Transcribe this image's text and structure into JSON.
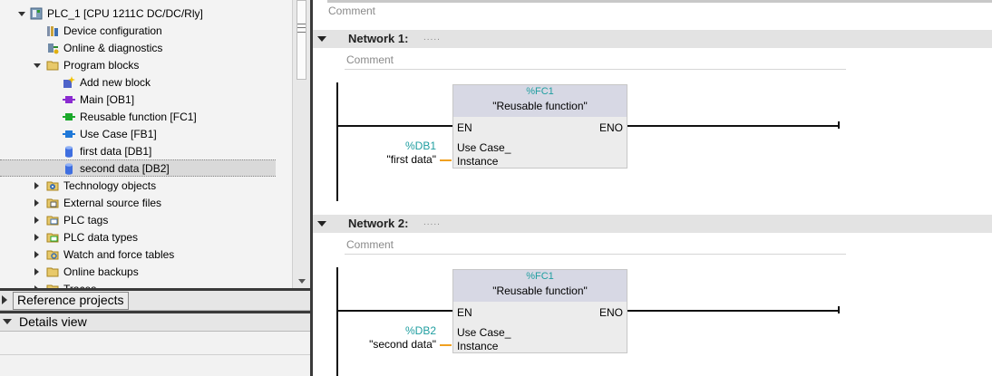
{
  "tree": {
    "plc": "PLC_1 [CPU 1211C DC/DC/Rly]",
    "items": [
      {
        "label": "Device configuration"
      },
      {
        "label": "Online & diagnostics"
      },
      {
        "label": "Program blocks"
      },
      {
        "label": "Add new block"
      },
      {
        "label": "Main [OB1]"
      },
      {
        "label": "Reusable function [FC1]"
      },
      {
        "label": "Use Case [FB1]"
      },
      {
        "label": "first data [DB1]"
      },
      {
        "label": "second data [DB2]"
      },
      {
        "label": "Technology objects"
      },
      {
        "label": "External source files"
      },
      {
        "label": "PLC tags"
      },
      {
        "label": "PLC data types"
      },
      {
        "label": "Watch and force tables"
      },
      {
        "label": "Online backups"
      },
      {
        "label": "Traces"
      }
    ]
  },
  "panels": {
    "reference_projects": "Reference projects",
    "details_view": "Details view"
  },
  "editor": {
    "block_comment": "Comment",
    "networks": [
      {
        "title": "Network 1:",
        "dots": ".....",
        "comment": "Comment",
        "block_address": "%FC1",
        "block_name": "\"Reusable function\"",
        "en": "EN",
        "eno": "ENO",
        "pin_line1": "Use Case_",
        "pin_line2": "Instance",
        "operand_address": "%DB1",
        "operand_name": "\"first data\""
      },
      {
        "title": "Network 2:",
        "dots": ".....",
        "comment": "Comment",
        "block_address": "%FC1",
        "block_name": "\"Reusable function\"",
        "en": "EN",
        "eno": "ENO",
        "pin_line1": "Use Case_",
        "pin_line2": "Instance",
        "operand_address": "%DB2",
        "operand_name": "\"second data\""
      }
    ]
  },
  "colors": {
    "address_teal": "#1f9ea0",
    "block_header": "#d7d8e4",
    "operand_link": "#f0a020"
  }
}
